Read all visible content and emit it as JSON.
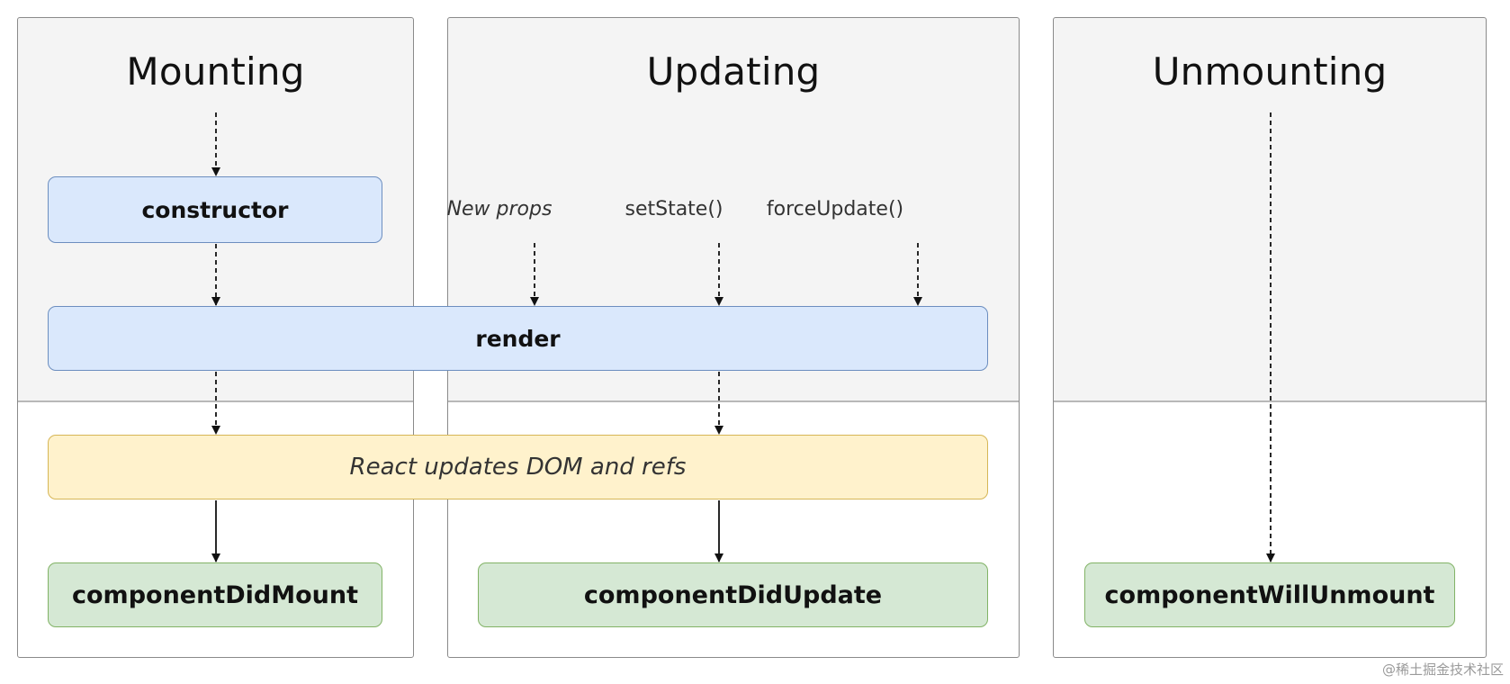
{
  "phases": {
    "mounting": {
      "title": "Mounting"
    },
    "updating": {
      "title": "Updating"
    },
    "unmounting": {
      "title": "Unmounting"
    }
  },
  "triggers": {
    "new_props": "New props",
    "set_state": "setState()",
    "force_update": "forceUpdate()"
  },
  "methods": {
    "constructor": "constructor",
    "render": "render",
    "dom_update": "React updates DOM and refs",
    "did_mount": "componentDidMount",
    "did_update": "componentDidUpdate",
    "will_unmount": "componentWillUnmount"
  },
  "colors": {
    "blue_fill": "#dae8fc",
    "blue_border": "#6c8ebf",
    "yellow_fill": "#fff2cc",
    "yellow_border": "#d6b656",
    "green_fill": "#d5e8d4",
    "green_border": "#82b366",
    "phase_fill": "#f4f4f4"
  },
  "watermark": "@稀土掘金技术社区"
}
